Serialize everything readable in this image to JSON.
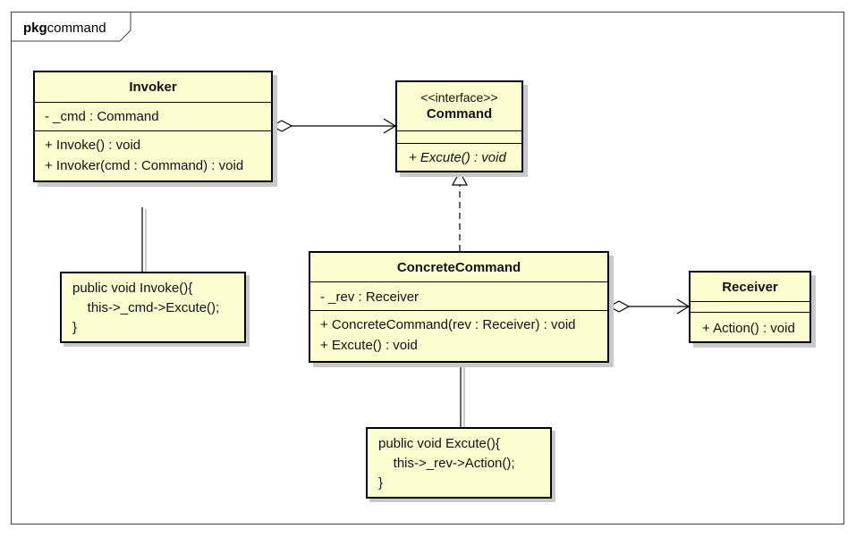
{
  "package": {
    "keyword": "pkg",
    "name": "command"
  },
  "classes": {
    "invoker": {
      "name": "Invoker",
      "attributes": [
        "- _cmd : Command"
      ],
      "operations": [
        "+ Invoke() : void",
        "+ Invoker(cmd : Command) : void"
      ]
    },
    "command": {
      "stereotype": "<<interface>>",
      "name": "Command",
      "attributes": [],
      "operations": [
        "+ Excute() : void"
      ]
    },
    "concrete_command": {
      "name": "ConcreteCommand",
      "attributes": [
        "- _rev : Receiver"
      ],
      "operations": [
        "+ ConcreteCommand(rev : Receiver) : void",
        "+ Excute() : void"
      ]
    },
    "receiver": {
      "name": "Receiver",
      "attributes": [],
      "operations": [
        "+ Action() : void"
      ]
    }
  },
  "notes": {
    "invoke_note": [
      "public void Invoke(){",
      "    this->_cmd->Excute();",
      "}"
    ],
    "excute_note": [
      "public void Excute(){",
      "    this->_rev->Action();",
      "}"
    ]
  }
}
